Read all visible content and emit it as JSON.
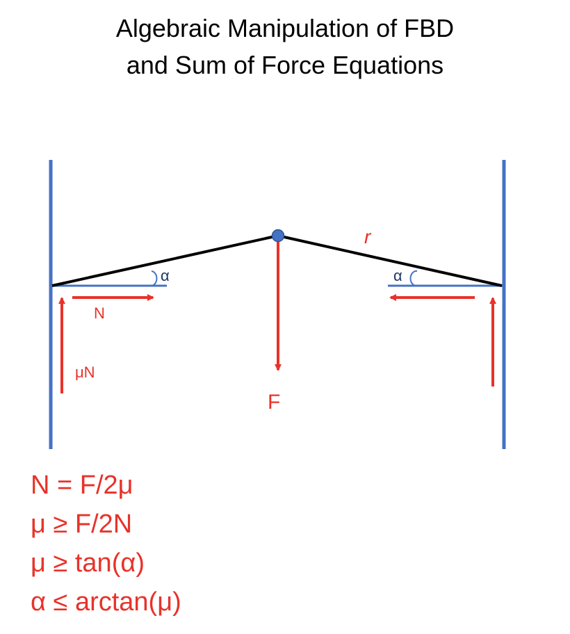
{
  "title": {
    "line1": "Algebraic Manipulation of FBD",
    "line2": "and Sum of Force Equations"
  },
  "labels": {
    "alpha": "α",
    "r": "r",
    "N": "N",
    "muN": "μN",
    "F": "F"
  },
  "equations": [
    "N = F/2μ",
    "μ ≥ F/2N",
    "μ ≥ tan(α)",
    "α ≤ arctan(μ)"
  ],
  "colors": {
    "wall": "#4472c4",
    "force": "#e8322a",
    "rope": "#000000",
    "angle_label": "#1f3864",
    "node": "#4472c4"
  }
}
